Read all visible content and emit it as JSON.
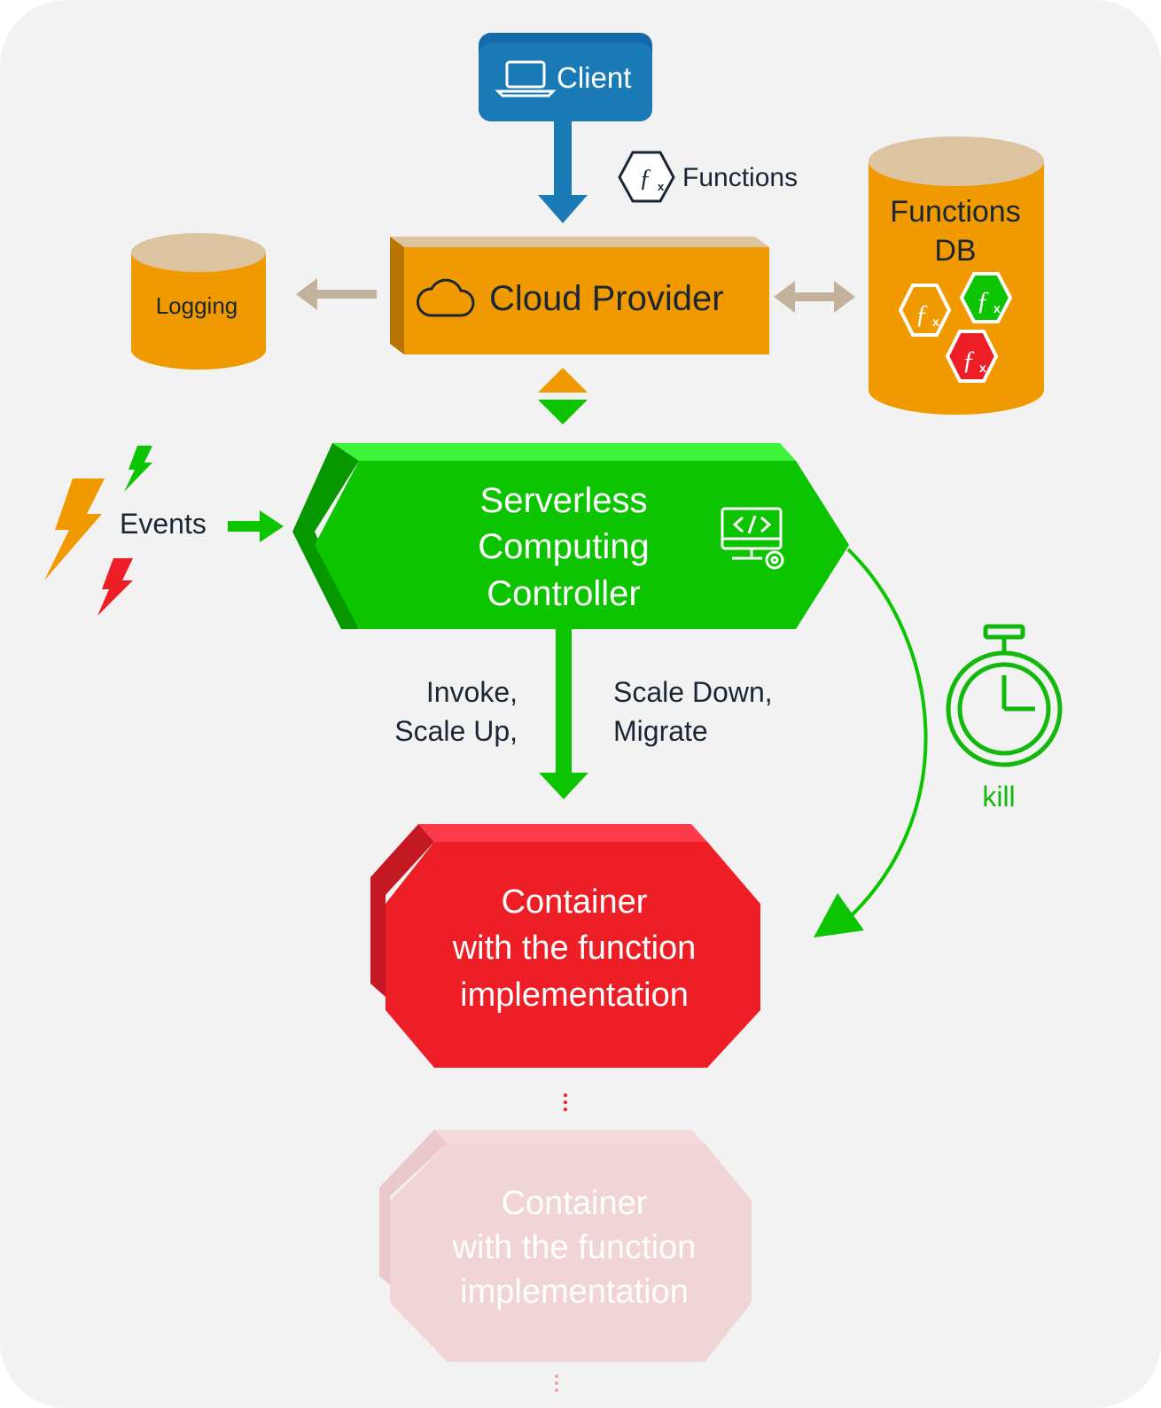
{
  "colors": {
    "background": "#f2f2f2",
    "client_blue": "#1a7ab5",
    "orange": "#f09a00",
    "tan": "#dcc4a0",
    "green": "#0cc500",
    "red": "#ee1e27",
    "faded_red": "#f0d4d6",
    "text_dark": "#1b2634",
    "kill_green": "#13b80d"
  },
  "client": {
    "label": "Client",
    "icon": "laptop-icon"
  },
  "functions_label": {
    "label": "Functions",
    "icon": "function-hexagon-icon"
  },
  "cloud_provider": {
    "label": "Cloud Provider",
    "icon": "cloud-icon"
  },
  "logging": {
    "label": "Logging"
  },
  "functions_db": {
    "line1": "Functions",
    "line2": "DB",
    "icons": [
      "function-hexagon-orange-icon",
      "function-hexagon-green-icon",
      "function-hexagon-red-icon"
    ]
  },
  "events": {
    "label": "Events",
    "icons": [
      "lightning-green-icon",
      "lightning-orange-icon",
      "lightning-red-icon"
    ]
  },
  "controller": {
    "line1": "Serverless",
    "line2": "Computing",
    "line3": "Controller",
    "icon": "monitor-code-gear-icon"
  },
  "actions_left": {
    "line1": "Invoke,",
    "line2": "Scale Up,"
  },
  "actions_right": {
    "line1": "Scale Down,",
    "line2": "Migrate"
  },
  "kill": {
    "label": "kill",
    "icon": "stopwatch-icon"
  },
  "container": {
    "line1": "Container",
    "line2": "with the function",
    "line3": "implementation"
  },
  "container_faded": {
    "line1": "Container",
    "line2": "with the function",
    "line3": "implementation"
  }
}
